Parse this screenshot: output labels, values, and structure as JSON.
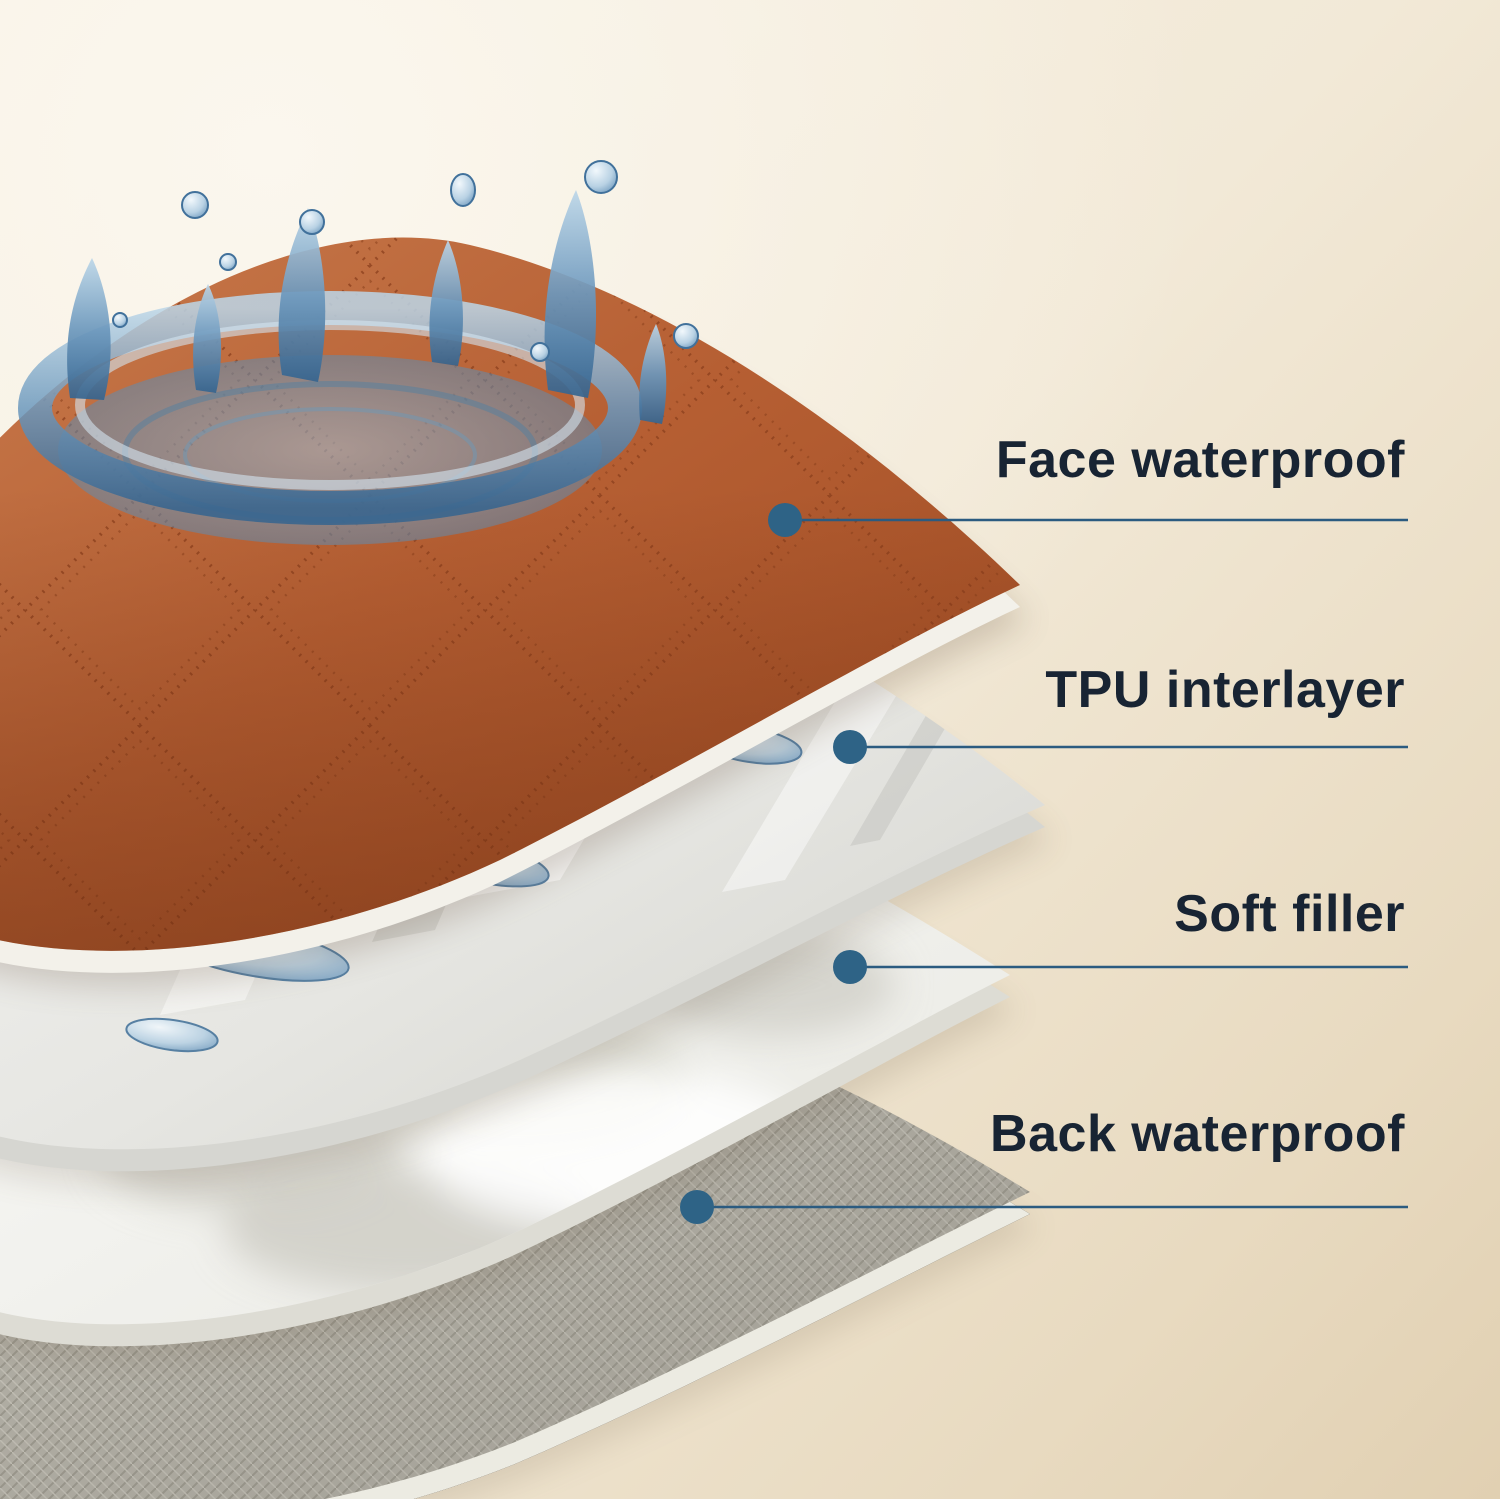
{
  "illustration": {
    "description": "Exploded view of a four-layer waterproof pad with a water splash on the top layer",
    "layer_count": "4"
  },
  "layers": [
    {
      "id": "face-waterproof",
      "label": "Face waterproof",
      "color": "#b65f33"
    },
    {
      "id": "tpu-interlayer",
      "label": "TPU interlayer",
      "color": "#e9e9e6"
    },
    {
      "id": "soft-filler",
      "label": "Soft filler",
      "color": "#f5f5f1"
    },
    {
      "id": "back-waterproof",
      "label": "Back waterproof",
      "color": "#bcb9af"
    }
  ],
  "colors": {
    "background_top_left": "#f9f4ea",
    "background_bottom_right": "#e1d0b2",
    "label_text": "#182433",
    "callout_line": "#2b5b80",
    "callout_dot": "#2e6386",
    "water_blue": "#4a7aa6"
  }
}
